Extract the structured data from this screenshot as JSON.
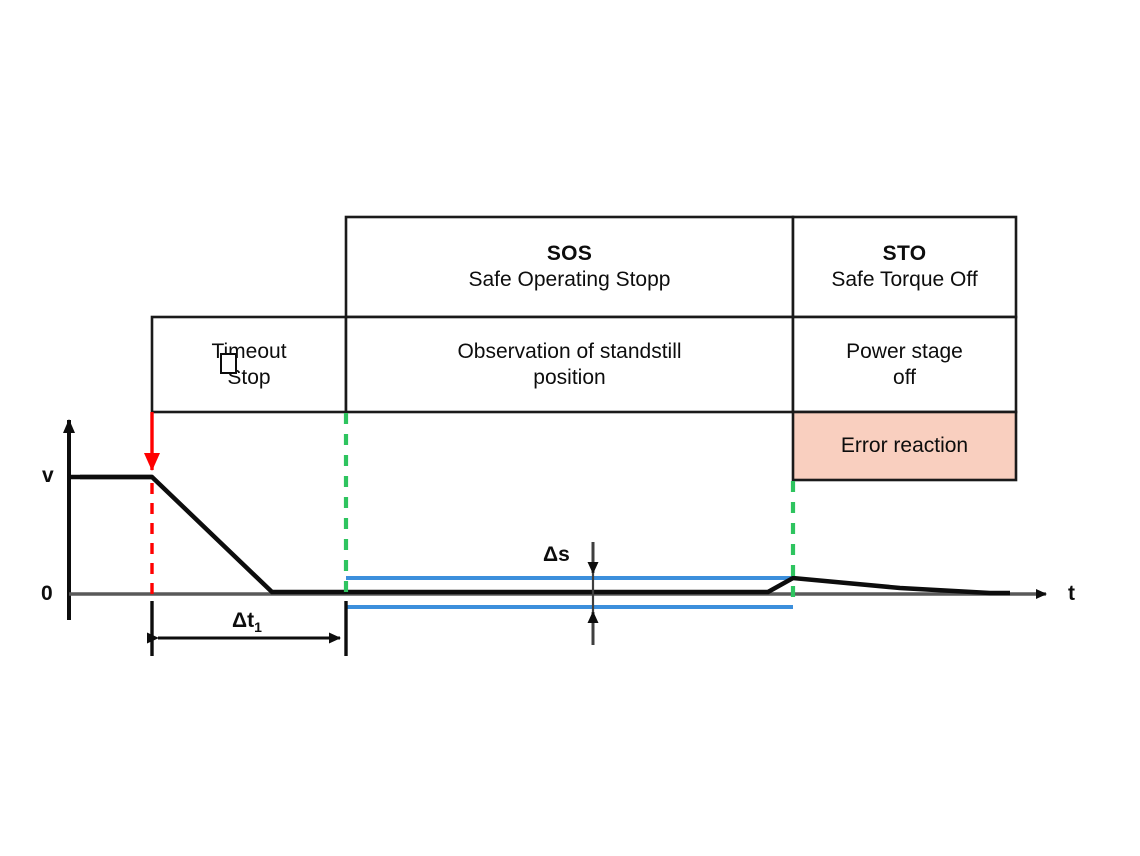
{
  "diagram": {
    "title": "Safe stop sequence timing diagram",
    "phases": [
      {
        "id": "sos",
        "title": "SOS",
        "subtitle": "Safe Operating Stopp",
        "action": "Observation of standstill",
        "action_line2": "position"
      },
      {
        "id": "sto",
        "title": "STO",
        "subtitle": "Safe Torque Off",
        "action": "Power stage",
        "action_line2": "off"
      }
    ],
    "timeout_cell": {
      "line1": "Timeout",
      "line2": "Stop",
      "missing_glyph": "□"
    },
    "error_cell": {
      "label": "Error reaction",
      "fill": "#f9cfbf",
      "border": "#1a1a1a"
    },
    "axes": {
      "y_label": "v",
      "y_zero_label": "0",
      "x_label": "t"
    },
    "dimensions": {
      "delta_t": "Δt",
      "delta_t_sub": "1",
      "delta_s": "Δs"
    },
    "colors": {
      "trace": "#0d0d0d",
      "axis": "#595959",
      "tolerance_band": "#3c8fdc",
      "trigger_marker": "#ff0000",
      "phase_boundary": "#2ec45f",
      "error_fill": "#f9cfbf",
      "table_border": "#1a1a1a"
    }
  },
  "chart_data": {
    "type": "line",
    "title": "Safe stop sequence timing diagram",
    "xlabel": "t",
    "ylabel": "v",
    "grid": false,
    "legend": null,
    "ytick_labels": [
      "0",
      "v"
    ],
    "series": [
      {
        "name": "velocity",
        "description": "Velocity profile: constant v, ramp down to 0 after stop trigger, standstill within tolerance band, small excursion at STO then decay to 0",
        "points": [
          {
            "t": 0.0,
            "v": 1.0
          },
          {
            "t": 0.084,
            "v": 1.0
          },
          {
            "t": 0.206,
            "v": 0.0
          },
          {
            "t": 0.713,
            "v": 0.0
          },
          {
            "t": 0.738,
            "v": 0.12
          },
          {
            "t": 0.94,
            "v": 0.0
          },
          {
            "t": 1.0,
            "v": 0.0
          }
        ]
      },
      {
        "name": "tolerance-upper",
        "description": "Upper standstill position tolerance limit",
        "value": 0.138,
        "t_start": 0.282,
        "t_end": 0.738
      },
      {
        "name": "tolerance-lower",
        "description": "Lower standstill position tolerance limit",
        "value": -0.112,
        "t_start": 0.282,
        "t_end": 0.738
      }
    ],
    "markers": [
      {
        "name": "stop-trigger",
        "t": 0.084,
        "style": "dashed",
        "color": "#ff0000",
        "arrow": "down"
      },
      {
        "name": "sos-start",
        "t": 0.282,
        "style": "dashed",
        "color": "#2ec45f"
      },
      {
        "name": "sto-start",
        "t": 0.738,
        "style": "dashed",
        "color": "#2ec45f"
      }
    ],
    "annotations": [
      {
        "name": "delta-t1",
        "label": "Δt₁",
        "type": "horizontal-dimension",
        "from_t": 0.084,
        "to_t": 0.282
      },
      {
        "name": "delta-s",
        "label": "Δs",
        "type": "vertical-dimension",
        "at_t": 0.534,
        "spans": "tolerance band"
      }
    ]
  }
}
